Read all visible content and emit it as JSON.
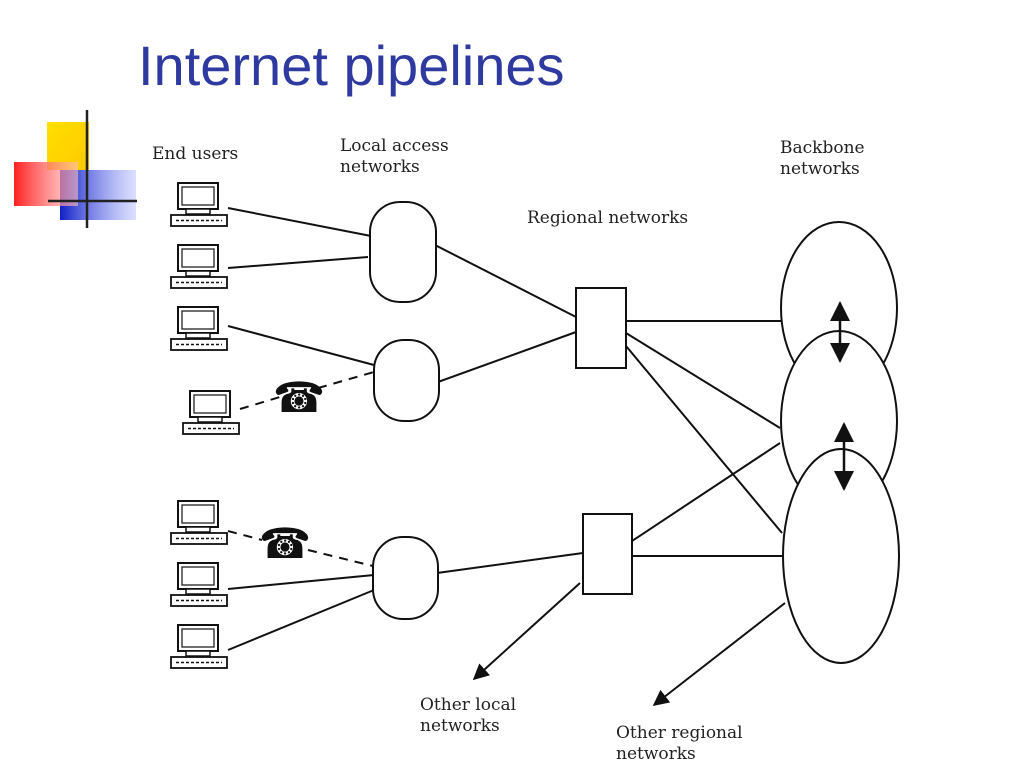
{
  "slide": {
    "title": "Internet pipelines"
  },
  "labels": {
    "end_users": "End users",
    "local_access": "Local access\nnetworks",
    "regional": "Regional networks",
    "backbone": "Backbone\nnetworks",
    "other_local": "Other local\nnetworks",
    "other_regional": "Other regional\nnetworks"
  },
  "icons": {
    "computer": "computer-icon",
    "telephone": "telephone-icon",
    "phone_glyph": "☎"
  },
  "colors": {
    "title": "#2f3aa0",
    "deco_yellow": "#ffd400",
    "deco_red": "#ff3030",
    "deco_blue": "#2030d0"
  }
}
